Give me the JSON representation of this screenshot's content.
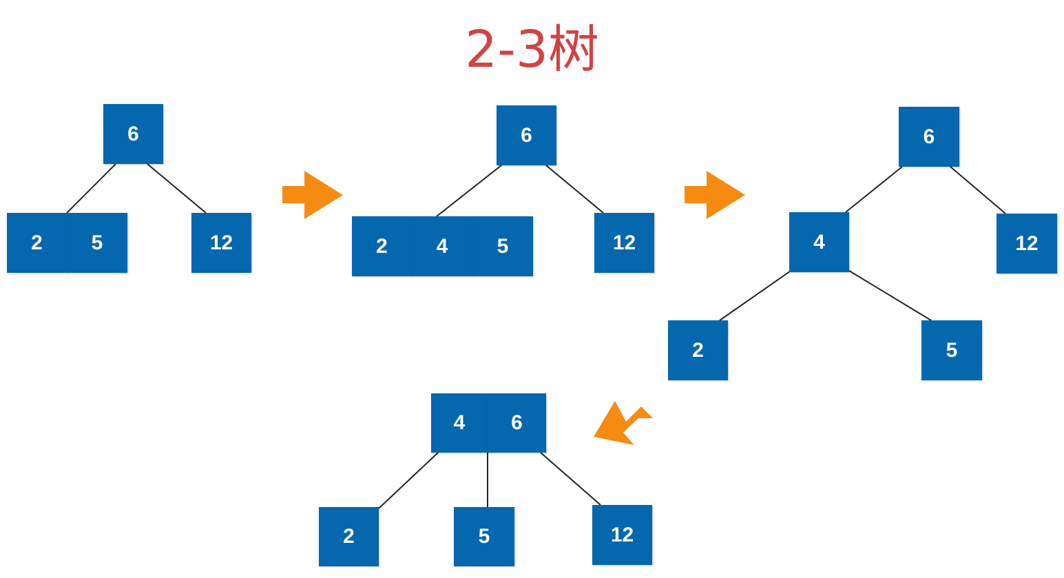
{
  "title": "2-3树",
  "colors": {
    "node": "#0567ad",
    "arrow": "#f68b12",
    "title": "#d14343",
    "edge": "#222222"
  },
  "steps": [
    {
      "root": [
        "6"
      ],
      "children": [
        [
          "2",
          "5"
        ],
        [
          "12"
        ]
      ]
    },
    {
      "root": [
        "6"
      ],
      "children": [
        [
          "2",
          "4",
          "5"
        ],
        [
          "12"
        ]
      ]
    },
    {
      "root": [
        "6"
      ],
      "children": [
        [
          "4"
        ],
        [
          "12"
        ]
      ],
      "grandchildren": [
        [
          "2"
        ],
        [
          "5"
        ]
      ]
    },
    {
      "root": [
        "4",
        "6"
      ],
      "children": [
        [
          "2"
        ],
        [
          "5"
        ],
        [
          "12"
        ]
      ]
    }
  ]
}
